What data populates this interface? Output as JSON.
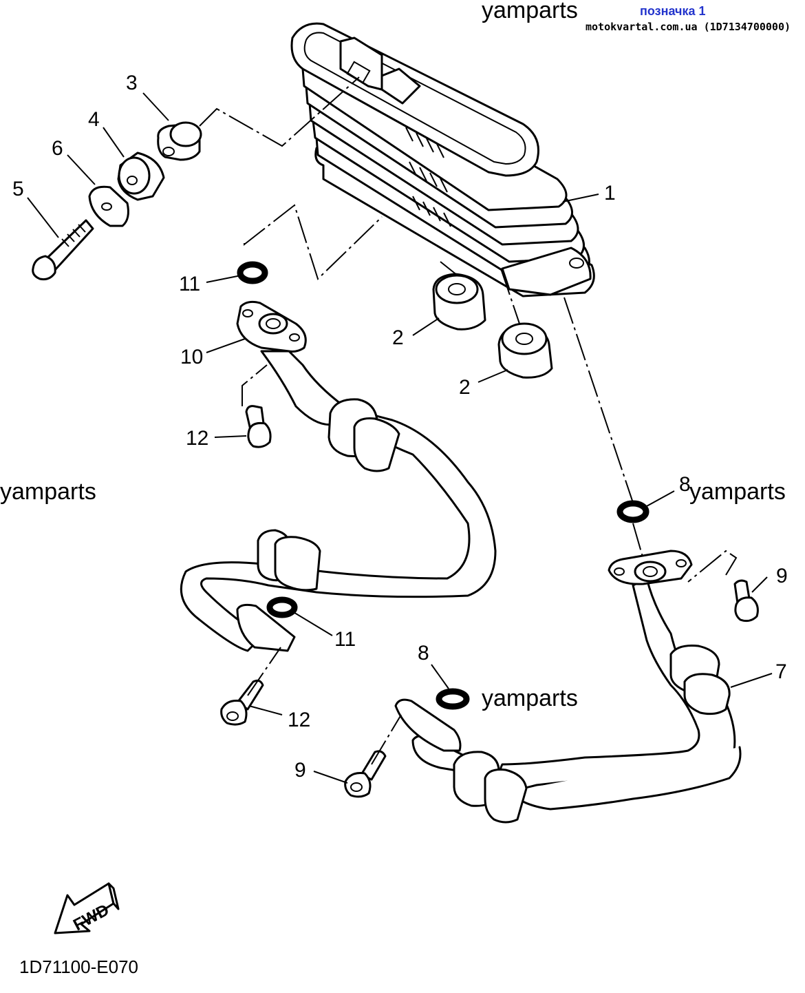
{
  "watermarks": {
    "top": "yamparts",
    "left": "yamparts",
    "right": "yamparts",
    "bottom": "yamparts"
  },
  "header": {
    "tag": "позначка 1",
    "site": "motokvartal.com.ua (1D7134700000)"
  },
  "callouts": {
    "c1": "1",
    "c2a": "2",
    "c2b": "2",
    "c3": "3",
    "c4": "4",
    "c5": "5",
    "c6": "6",
    "c7": "7",
    "c8a": "8",
    "c8b": "8",
    "c9a": "9",
    "c9b": "9",
    "c10": "10",
    "c11a": "11",
    "c11b": "11",
    "c12a": "12",
    "c12b": "12"
  },
  "fwd_label": "FWD",
  "diagram_code": "1D71100-E070"
}
